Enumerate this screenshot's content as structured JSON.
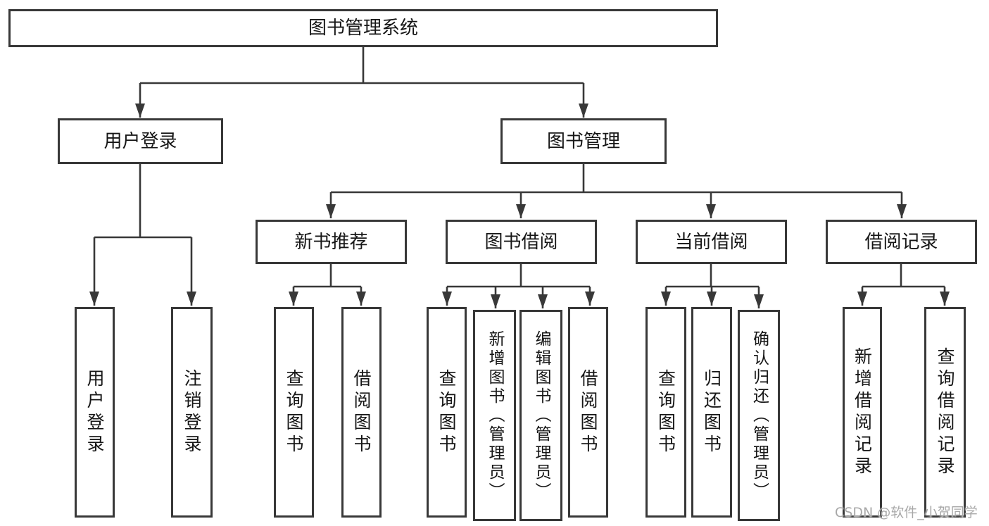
{
  "colors": {
    "background": "#ffffff",
    "line": "#383838",
    "box_border": "#383838",
    "text": "#161616",
    "watermark": "#a8a8a8"
  },
  "root": {
    "label": "图书管理系统"
  },
  "level2": {
    "user_login": {
      "label": "用户登录"
    },
    "book_management": {
      "label": "图书管理"
    }
  },
  "level3": {
    "new_book_recommend": {
      "label": "新书推荐"
    },
    "book_borrow": {
      "label": "图书借阅"
    },
    "current_borrow": {
      "label": "当前借阅"
    },
    "borrow_record": {
      "label": "借阅记录"
    }
  },
  "leaves": {
    "user_login": [
      "用户登录",
      "注销登录"
    ],
    "new_book_recommend": [
      "查询图书",
      "借阅图书"
    ],
    "book_borrow": [
      "查询图书",
      "新增图书（管理员）",
      "编辑图书（管理员）",
      "借阅图书"
    ],
    "current_borrow": [
      "查询图书",
      "归还图书",
      "确认归还（管理员）"
    ],
    "borrow_record": [
      "新增借阅记录",
      "查询借阅记录"
    ]
  },
  "watermark": "CSDN @软件_小贺同学"
}
